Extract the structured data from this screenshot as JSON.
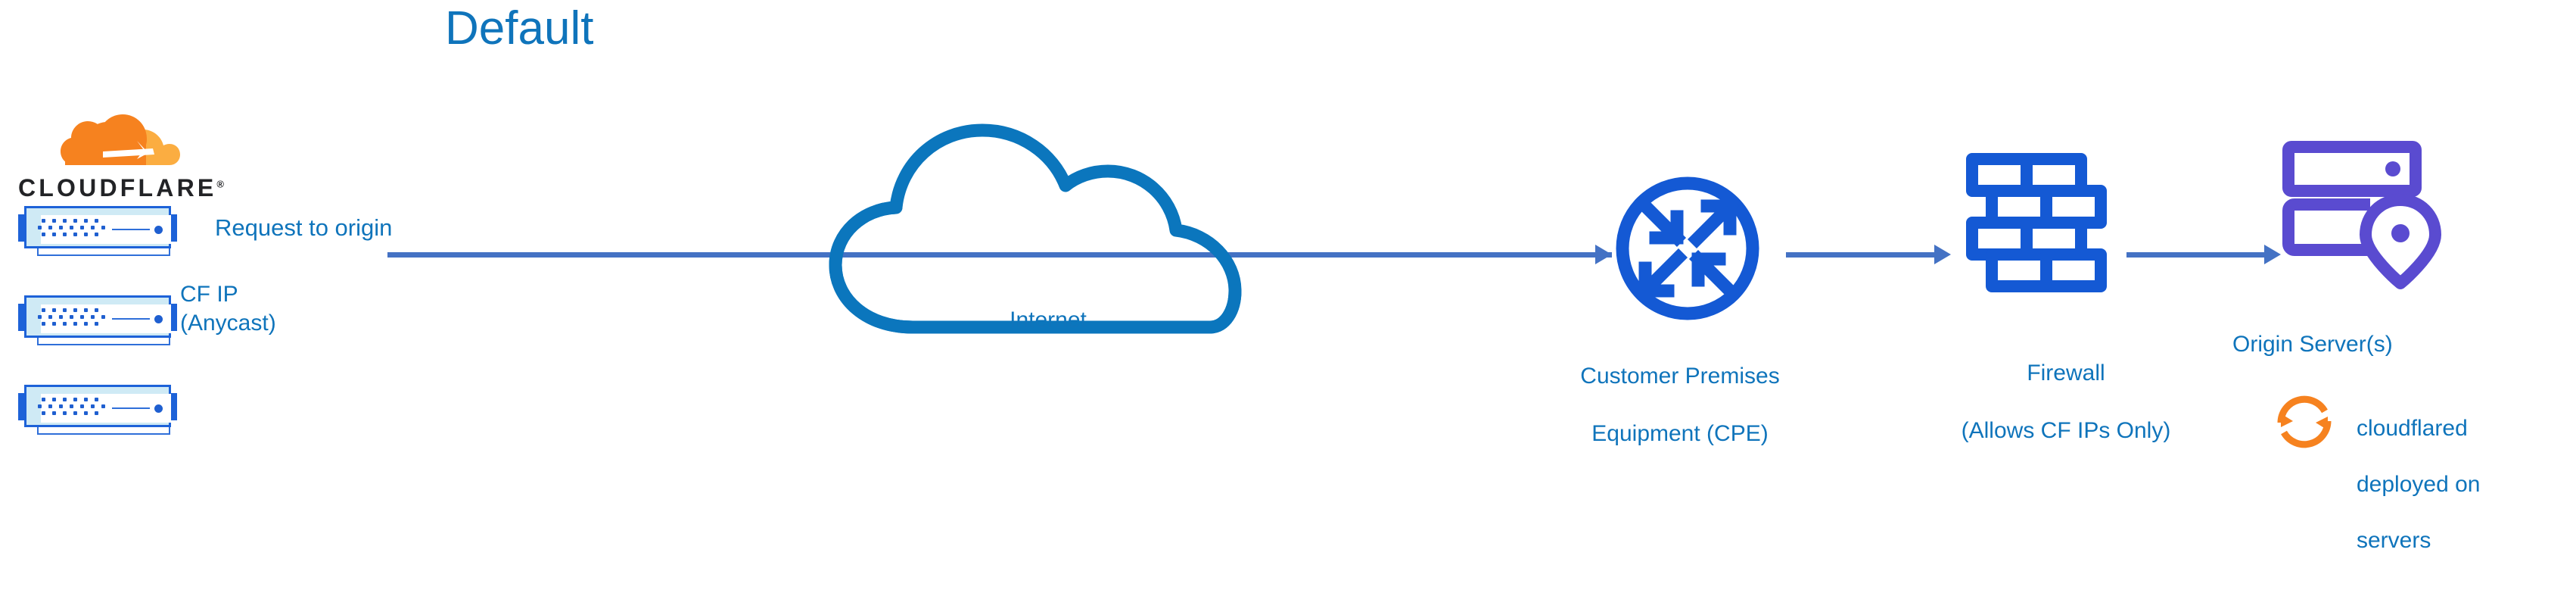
{
  "diagram": {
    "title": "Default",
    "type": "network-architecture-flow"
  },
  "brand": {
    "wordmark": "CLOUDFLARE",
    "registered_mark": "®",
    "logo_name": "cloudflare-cloud-logo"
  },
  "nodes": {
    "edge_servers": {
      "name": "cloudflare-edge-servers",
      "count": 3,
      "label_line1": "CF IP",
      "label_line2": "(Anycast)"
    },
    "internet": {
      "label": "Internet",
      "icon": "cloud-outline-icon"
    },
    "cpe": {
      "label_line1": "Customer Premises",
      "label_line2": "Equipment (CPE)",
      "icon": "router-icon"
    },
    "firewall": {
      "label_line1": "Firewall",
      "label_line2": "(Allows CF IPs Only)",
      "icon": "brick-wall-icon"
    },
    "origin": {
      "label": "Origin Server(s)",
      "icon": "server-rack-location-pin-icon"
    },
    "cloudflared": {
      "label_line1": "cloudflared",
      "label_line2": "deployed on",
      "label_line3": "servers",
      "icon": "refresh-sync-icon"
    }
  },
  "flow": {
    "request_label": "Request to origin",
    "arrows": [
      {
        "from": "edge-servers",
        "to": "cpe"
      },
      {
        "from": "cpe",
        "to": "firewall"
      },
      {
        "from": "firewall",
        "to": "origin"
      }
    ]
  },
  "colors": {
    "title_blue": "#0f74bb",
    "label_blue": "#0f74bb",
    "arrow_blue": "#4472c4",
    "cloud_outline_blue": "#0b76bd",
    "icon_royal_blue": "#1459d4",
    "server_blue": "#1d62d8",
    "server_fill": "#cfeaf5",
    "origin_purple": "#5a4bd0",
    "cloudflare_orange": "#f6821f",
    "cloudflare_orange_light": "#fbad41",
    "wordmark_black": "#222326",
    "background": "#ffffff"
  }
}
